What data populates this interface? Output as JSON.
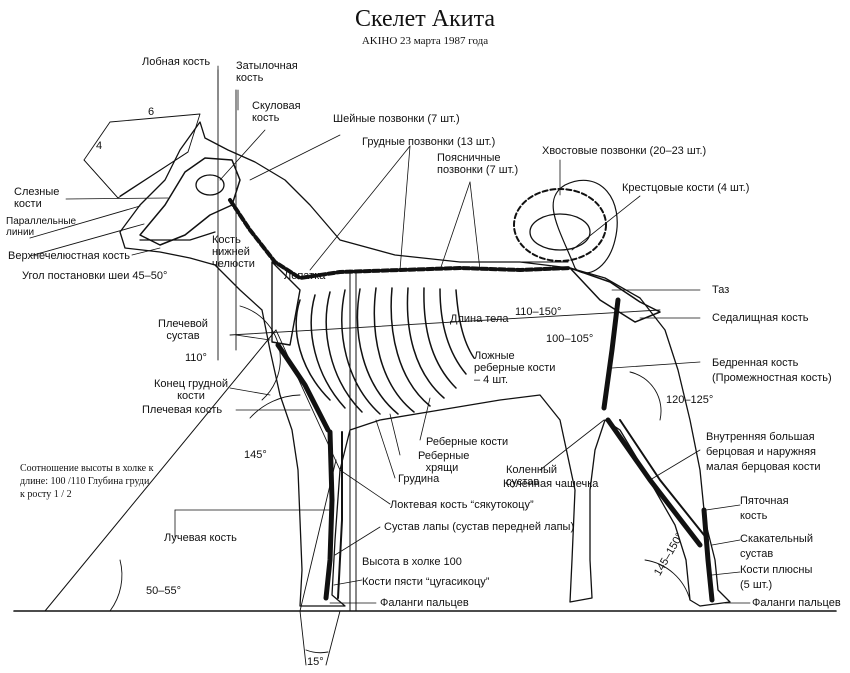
{
  "title": "Скелет Акита",
  "subtitle": "AKIHO 23 марта 1987 года",
  "labels": {
    "frontal_bone": "Лобная кость",
    "occipital_bone": "Затылочная кость",
    "zygomatic_bone": "Скуловая кость",
    "cervical_vertebrae": "Шейные позвонки (7 шт.)",
    "thoracic_vertebrae": "Грудные позвонки (13 шт.)",
    "lumbar_vertebrae": "Поясничные позвонки (7 шт.)",
    "tail_vertebrae": "Хвостовые позвонки (20–23 шт.)",
    "sacral_bones": "Крестцовые кости (4 шт.)",
    "lacrimal_bones": "Слезные кости",
    "parallel_lines": "Параллельные линии",
    "lower_jaw_bone": "Кость нижней челюсти",
    "maxilla": "Верхнечелюстная кость",
    "neck_angle": "Угол постановки шеи 45–50°",
    "scapula": "Лопатка",
    "pelvis": "Таз",
    "body_length": "Длина тела",
    "ischium": "Седалищная кость",
    "shoulder_joint": "Плечевой сустав",
    "femur": "Бедренная кость (Промежностная кость)",
    "false_ribs": "Ложные реберные кости – 4 шт.",
    "sternum_end": "Конец грудной кости",
    "humerus": "Плечевая кость",
    "rib_bones": "Реберные кости",
    "rib_cartilage": "Реберные хрящи",
    "sternum": "Грудина",
    "knee_joint": "Коленный сустав",
    "kneecap": "Коленная чашечка",
    "tibia_fibula": "Внутренняя большая берцовая и наружняя малая берцовая кости",
    "heel_bone": "Пяточная кость",
    "ulna": "Локтевая кость “сякутокоцу”",
    "paw_joint": "Сустав лапы (сустав передней лапы)",
    "radius": "Лучевая кость",
    "hock_joint": "Скакательный сустав",
    "metatarsals": "Кости плюсны (5 шт.)",
    "height": "Высота в холке 100",
    "metacarpals": "Кости пясти “цугасикоцу”",
    "phalanges_front": "Фаланги пальцев",
    "phalanges_rear": "Фаланги пальцев",
    "ratio_note": "Соотношение высоты в холке к длине: 100 /110 Глубина груди к росту 1 / 2"
  },
  "measures": {
    "dim_4": "4",
    "dim_6": "6",
    "ang_110_150": "110–150°",
    "ang_100_105": "100–105°",
    "ang_110": "110°",
    "ang_145": "145°",
    "ang_120_125": "120–125°",
    "ang_50_55": "50–55°",
    "ang_145_150": "145–150°",
    "ang_15": "15°"
  }
}
